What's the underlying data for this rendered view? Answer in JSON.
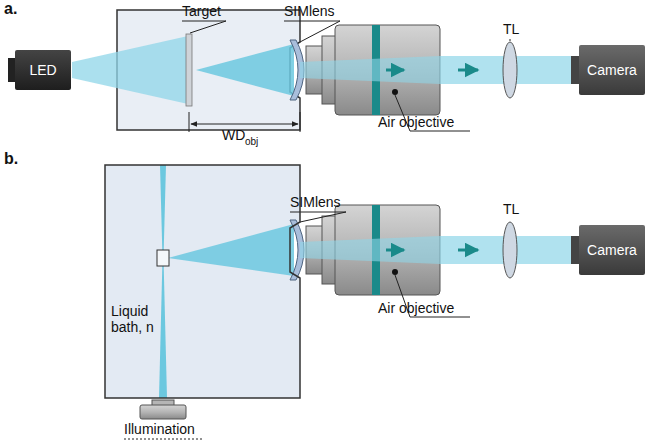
{
  "diagram": {
    "nodes": [
      {
        "text": [
          "LED"
        ]
      },
      {
        "text": [
          "Camera"
        ]
      },
      {
        "text": [
          "Liquid bath, n"
        ]
      },
      {
        "text": [
          "Camera"
        ]
      }
    ],
    "labels": [
      "a.",
      "Target",
      "SIMlens",
      "TL",
      "Air objective",
      "WD",
      "obj",
      "b.",
      "SIMlens",
      "TL",
      "Air objective",
      "Illumination"
    ]
  }
}
